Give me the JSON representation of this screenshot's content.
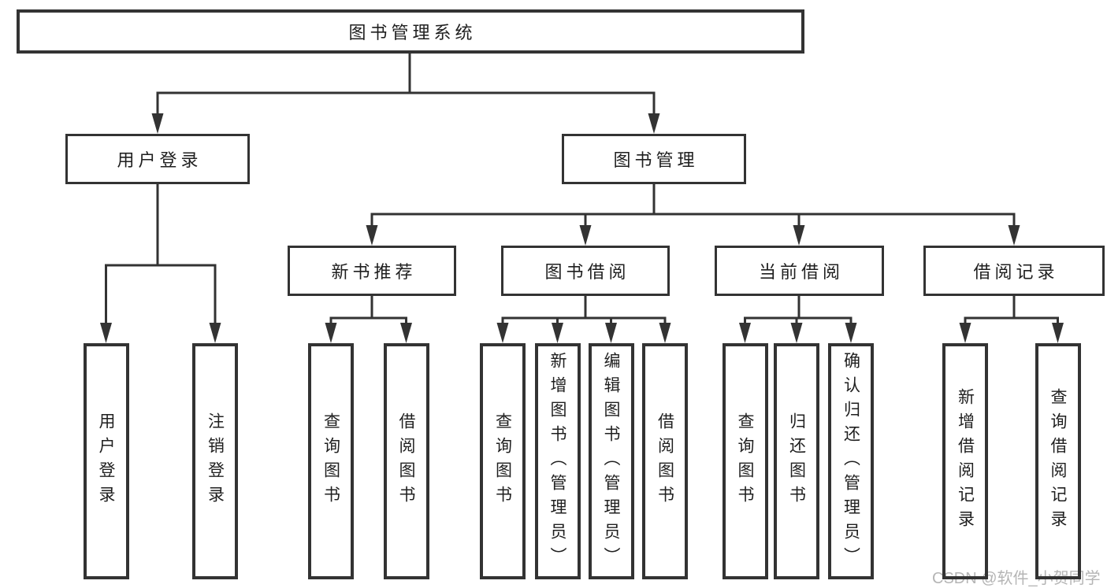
{
  "tree": {
    "label": "图书管理系统",
    "children": [
      {
        "label": "用户登录",
        "children": [
          {
            "label": "用户登录"
          },
          {
            "label": "注销登录"
          }
        ]
      },
      {
        "label": "图书管理",
        "children": [
          {
            "label": "新书推荐",
            "children": [
              {
                "label": "查询图书"
              },
              {
                "label": "借阅图书"
              }
            ]
          },
          {
            "label": "图书借阅",
            "children": [
              {
                "label": "查询图书"
              },
              {
                "label": "新增图书（管理员）"
              },
              {
                "label": "编辑图书（管理员）"
              },
              {
                "label": "借阅图书"
              }
            ]
          },
          {
            "label": "当前借阅",
            "children": [
              {
                "label": "查询图书"
              },
              {
                "label": "归还图书"
              },
              {
                "label": "确认归还（管理员）"
              }
            ]
          },
          {
            "label": "借阅记录",
            "children": [
              {
                "label": "新增借阅记录"
              },
              {
                "label": "查询借阅记录"
              }
            ]
          }
        ]
      }
    ]
  },
  "watermark": "CSDN @软件_小贺同学",
  "colors": {
    "line": "#333333",
    "text": "#1f1f1f",
    "watermark": "#b5b5b5",
    "background": "#ffffff"
  }
}
